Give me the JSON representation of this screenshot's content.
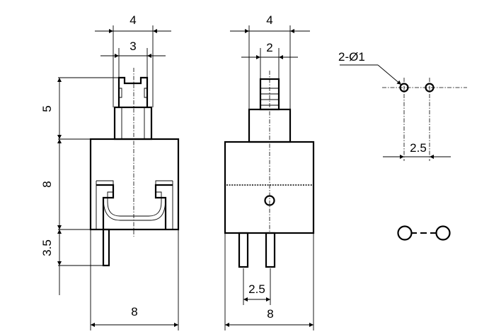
{
  "left_view": {
    "dim_top_outer": "4",
    "dim_top_inner": "3",
    "dim_height_stem": "5",
    "dim_height_body": "8",
    "dim_height_pin": "3.5",
    "dim_width_body": "8"
  },
  "front_view": {
    "dim_top_outer": "4",
    "dim_top_inner": "2",
    "dim_pin_pitch": "2.5",
    "dim_width_body": "8"
  },
  "pcb_layout": {
    "hole_callout": "2-Ø1",
    "hole_pitch": "2.5"
  }
}
